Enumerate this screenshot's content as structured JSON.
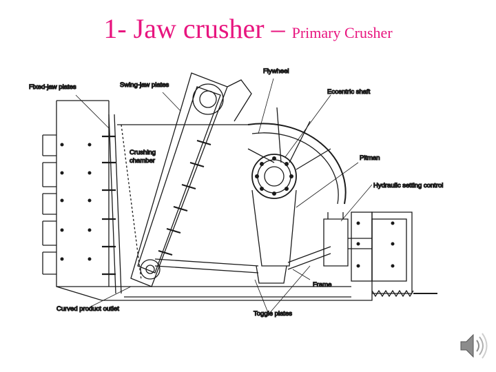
{
  "slide": {
    "title_main": "1- Jaw crusher – ",
    "title_sub": "Primary Crusher"
  },
  "diagram": {
    "labels": {
      "fixed_jaw_plates": "Fixed-jaw plates",
      "swing_jaw_plates": "Swing-jaw plates",
      "flywheel": "Flywheel",
      "eccentric_shaft": "Eccentric shaft",
      "crushing": "Crushing",
      "chamber": "chamber",
      "pitman": "Pitman",
      "hydraulic_setting_control": "Hydraulic setting control",
      "frame": "Frame",
      "curved_product_outlet": "Curved product outlet",
      "toggle_plates": "Toggle plates"
    }
  },
  "colors": {
    "title": "#e8157f",
    "line": "#1a1a1a"
  },
  "icons": {
    "audio": "speaker-icon"
  }
}
